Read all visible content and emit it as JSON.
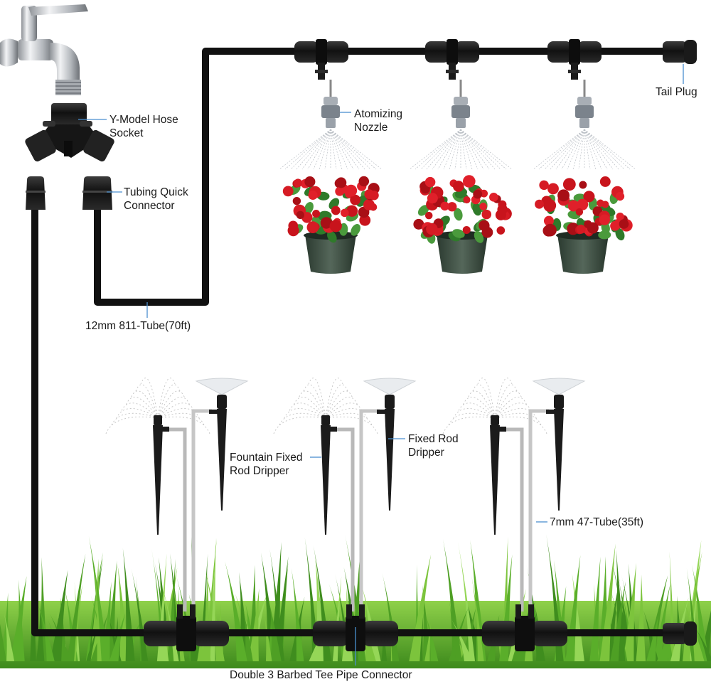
{
  "labels": {
    "y_socket_line1": "Y-Model Hose",
    "y_socket_line2": "Socket",
    "tubing_connector_line1": "Tubing Quick",
    "tubing_connector_line2": "Connector",
    "main_tube": "12mm 811-Tube(70ft)",
    "atomizing_line1": "Atomizing",
    "atomizing_line2": "Nozzle",
    "tail_plug": "Tail Plug",
    "fountain_line1": "Fountain Fixed",
    "fountain_line2": "Rod Dripper",
    "fixed_rod_line1": "Fixed Rod",
    "fixed_rod_line2": "Dripper",
    "small_tube": "7mm 47-Tube(35ft)",
    "tee_connector": "Double 3 Barbed Tee Pipe Connector"
  },
  "colors": {
    "tube": "#111111",
    "fitting": "#1c1c1c",
    "small_tube": "#b9b9b9",
    "flower": "#c8141c",
    "leaf": "#2f7a2a",
    "pot": "#3a4a3e",
    "grass": "#4c9a22",
    "faucet": "#c9ccd0"
  },
  "icons": {
    "faucet": "faucet-icon",
    "y_socket": "y-hose-socket-icon",
    "atomizer": "atomizing-nozzle-icon",
    "flower_pot": "flower-pot-icon",
    "fountain_dripper": "fountain-dripper-icon",
    "fixed_dripper": "fixed-rod-dripper-icon",
    "tee": "barbed-tee-icon",
    "tail_plug": "tail-plug-icon",
    "grass": "grass-icon"
  }
}
